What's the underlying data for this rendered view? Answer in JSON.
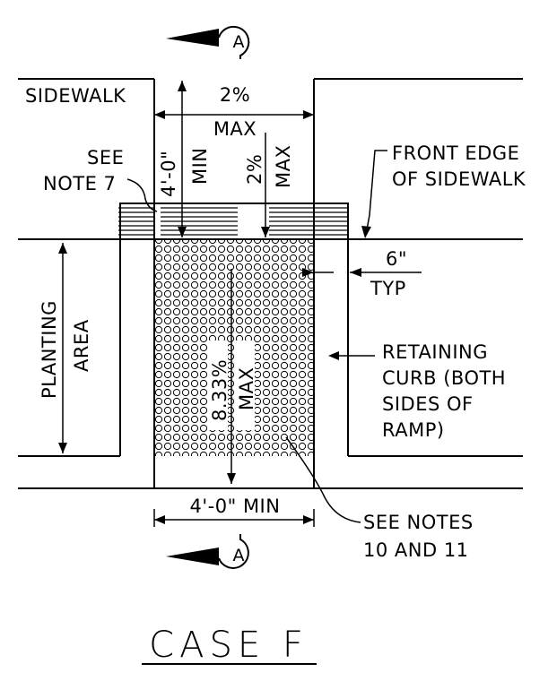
{
  "section_marker": "A",
  "labels": {
    "sidewalk": "SIDEWALK",
    "slope_top_value": "2%",
    "slope_top_max": "MAX",
    "see_note_line1": "SEE",
    "see_note_line2": "NOTE 7",
    "landing_min_value": "4'-0\"",
    "landing_min_suffix": "MIN",
    "landing_slope_value": "2%",
    "landing_slope_suffix": "MAX",
    "front_edge_line1": "FRONT EDGE",
    "front_edge_line2": "OF SIDEWALK",
    "curb_width_value": "6\"",
    "curb_width_suffix": "TYP",
    "planting_line1": "PLANTING",
    "planting_line2": "AREA",
    "ramp_slope_value": "8.33%",
    "ramp_slope_suffix": "MAX",
    "retaining_line1": "RETAINING",
    "retaining_line2": "CURB (BOTH",
    "retaining_line3": "SIDES OF",
    "retaining_line4": "RAMP)",
    "ramp_width": "4'-0\" MIN",
    "see_notes_line1": "SEE NOTES",
    "see_notes_line2": "10 AND 11",
    "title": "CASE F"
  }
}
